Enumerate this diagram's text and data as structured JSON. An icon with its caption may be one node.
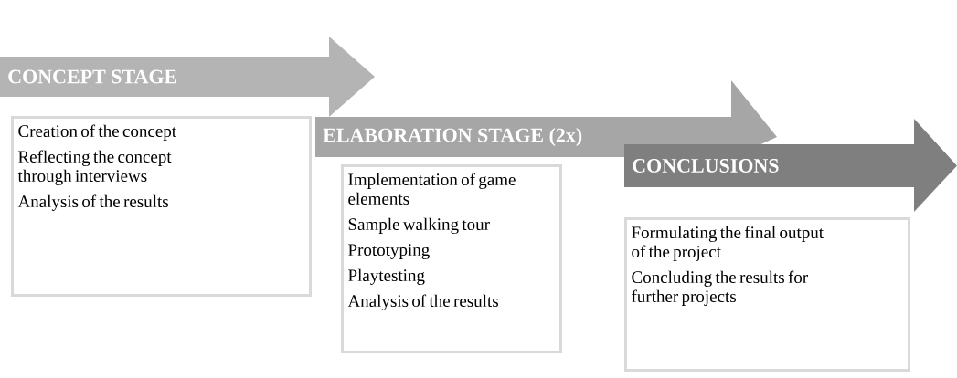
{
  "diagram": {
    "nodes": [
      {
        "text": [
          "CONCEPT STAGE"
        ]
      },
      {
        "text": [
          "Creation of the concept",
          "Reflecting the concept through interviews",
          "Analysis of the results"
        ]
      },
      {
        "text": [
          "ELABORATION STAGE (2x)"
        ]
      },
      {
        "text": [
          "Implementation of game elements",
          "Sample walking tour",
          "Prototyping",
          "Playtesting",
          "Analysis of the results"
        ]
      },
      {
        "text": [
          "CONCLUSIONS"
        ]
      },
      {
        "text": [
          "Formulating the final output of the project",
          "Concluding the results for further projects"
        ]
      }
    ]
  }
}
